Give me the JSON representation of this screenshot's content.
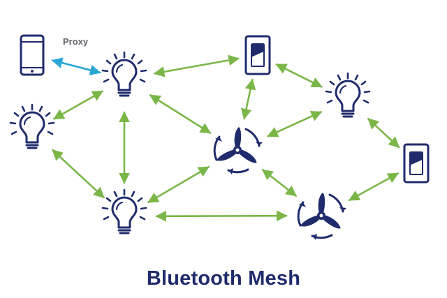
{
  "diagram": {
    "caption": "Bluetooth Mesh",
    "proxy_label": "Proxy",
    "colors": {
      "icon": "#1f2b6b",
      "mesh_link": "#7ab648",
      "proxy_link": "#2aa6d6",
      "caption": "#1f2b6b"
    },
    "nodes": [
      {
        "id": "phone",
        "icon": "smartphone-icon"
      },
      {
        "id": "bulb-top",
        "icon": "light-bulb-icon"
      },
      {
        "id": "bulb-left",
        "icon": "light-bulb-icon"
      },
      {
        "id": "bulb-bottom",
        "icon": "light-bulb-icon"
      },
      {
        "id": "switch-top",
        "icon": "light-switch-icon"
      },
      {
        "id": "fan-center",
        "icon": "ceiling-fan-icon"
      },
      {
        "id": "bulb-right",
        "icon": "light-bulb-icon"
      },
      {
        "id": "switch-right",
        "icon": "light-switch-icon"
      },
      {
        "id": "fan-bottom",
        "icon": "ceiling-fan-icon"
      }
    ],
    "links": [
      {
        "from": "phone",
        "to": "bulb-top",
        "type": "proxy"
      },
      {
        "from": "bulb-top",
        "to": "switch-top",
        "type": "mesh"
      },
      {
        "from": "bulb-top",
        "to": "bulb-left",
        "type": "mesh"
      },
      {
        "from": "bulb-top",
        "to": "bulb-bottom",
        "type": "mesh"
      },
      {
        "from": "bulb-top",
        "to": "fan-center",
        "type": "mesh"
      },
      {
        "from": "bulb-left",
        "to": "bulb-bottom",
        "type": "mesh"
      },
      {
        "from": "bulb-bottom",
        "to": "fan-center",
        "type": "mesh"
      },
      {
        "from": "bulb-bottom",
        "to": "fan-bottom",
        "type": "mesh"
      },
      {
        "from": "switch-top",
        "to": "fan-center",
        "type": "mesh"
      },
      {
        "from": "switch-top",
        "to": "bulb-right",
        "type": "mesh"
      },
      {
        "from": "fan-center",
        "to": "bulb-right",
        "type": "mesh"
      },
      {
        "from": "fan-center",
        "to": "fan-bottom",
        "type": "mesh"
      },
      {
        "from": "bulb-right",
        "to": "switch-right",
        "type": "mesh"
      },
      {
        "from": "fan-bottom",
        "to": "switch-right",
        "type": "mesh"
      }
    ]
  }
}
